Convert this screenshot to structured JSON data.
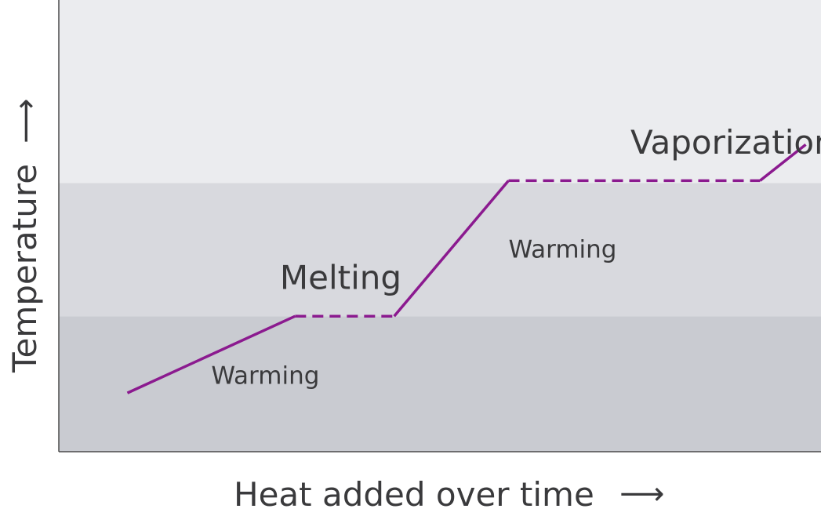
{
  "chart_data": {
    "type": "line",
    "title": "",
    "xlabel": "Heat added over time",
    "ylabel": "Temperature",
    "axis_arrow": "⟶",
    "series": [
      {
        "values_x": [
          0.09,
          0.31,
          0.44,
          0.59,
          0.92,
          0.98
        ],
        "values_y": [
          0.13,
          0.3,
          0.3,
          0.6,
          0.6,
          0.68
        ]
      }
    ],
    "segments": [
      {
        "type": "solid",
        "from": 0,
        "to": 1
      },
      {
        "type": "dashed",
        "from": 1,
        "to": 2
      },
      {
        "type": "solid",
        "from": 2,
        "to": 3
      },
      {
        "type": "dashed",
        "from": 3,
        "to": 4
      },
      {
        "type": "solid",
        "from": 4,
        "to": 5
      }
    ],
    "bands": [
      {
        "y_from": 0,
        "y_to": 0.3,
        "color": "#c9cbd1"
      },
      {
        "y_from": 0.3,
        "y_to": 0.595,
        "color": "#d8d9de"
      },
      {
        "y_from": 0.595,
        "y_to": 1,
        "color": "#ebecef"
      }
    ],
    "annotations": [
      {
        "text": "Warming",
        "x": 0.2,
        "y": 0.15
      },
      {
        "text": "Melting",
        "x": 0.29,
        "y": 0.36
      },
      {
        "text": "Warming",
        "x": 0.59,
        "y": 0.43
      },
      {
        "text": "Vaporization",
        "x": 0.75,
        "y": 0.66
      }
    ],
    "xlim": [
      0,
      1
    ],
    "ylim": [
      0,
      1
    ],
    "grid": false,
    "colors": {
      "line": "#8b1a8f",
      "axis": "#4a4a4a",
      "text": "#3a3a3c"
    }
  }
}
